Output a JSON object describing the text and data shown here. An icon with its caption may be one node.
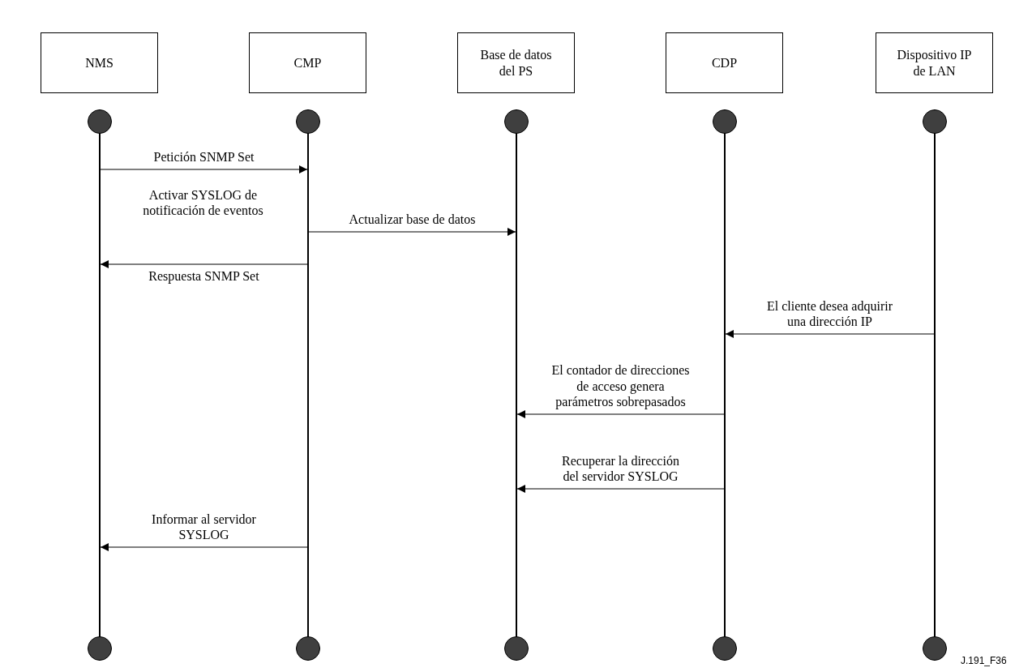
{
  "diagram": {
    "nodes": [
      {
        "text": [
          "NMS"
        ]
      },
      {
        "text": [
          "CMP"
        ]
      },
      {
        "text": [
          "Base de datos del PS"
        ]
      },
      {
        "text": [
          "CDP"
        ]
      },
      {
        "text": [
          "Dispositivo IP de LAN"
        ]
      },
      {
        "text": [],
        "shape": "bar"
      },
      {
        "text": [],
        "shape": "bar"
      },
      {
        "text": [],
        "shape": "bar"
      },
      {
        "text": [],
        "shape": "bar"
      },
      {
        "text": [],
        "shape": "bar"
      }
    ],
    "edges": [
      {
        "from": 5,
        "to": 6,
        "arrow": "to",
        "label": "Petición SNMP Set"
      },
      {
        "from": 6,
        "to": 7,
        "arrow": "to",
        "label": "Actualizar base de datos"
      },
      {
        "from": 6,
        "to": 5,
        "arrow": "to",
        "label": "Respuesta SNMP Set"
      },
      {
        "from": 9,
        "to": 8,
        "arrow": "to",
        "label": "El cliente desea adquirir una dirección IP"
      },
      {
        "from": 8,
        "to": 7,
        "arrow": "to",
        "label": "El contador de direcciones de acceso genera parámetros sobrepasados"
      },
      {
        "from": 8,
        "to": 7,
        "arrow": "to",
        "label": "Recuperar la dirección del servidor SYSLOG"
      },
      {
        "from": 6,
        "to": 5,
        "arrow": "to",
        "label": "Informar al servidor SYSLOG"
      }
    ],
    "labels": [
      "Activar SYSLOG de notificación de eventos",
      "J.191_F36"
    ]
  }
}
